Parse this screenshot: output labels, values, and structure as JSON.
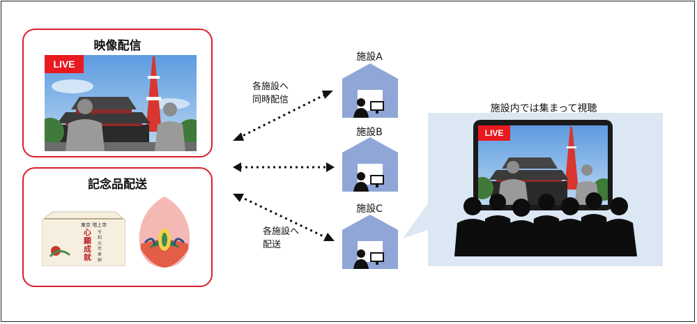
{
  "panels": {
    "streaming": {
      "title": "映像配信",
      "live_badge": "LIVE"
    },
    "gift": {
      "title": "記念品配送",
      "ema_text_main": "心願成就",
      "ema_text_top": "東京 増上寺",
      "ema_text_side": "令和元年 奉納"
    }
  },
  "arrows": {
    "top_label_line1": "各施設へ",
    "top_label_line2": "同時配信",
    "bottom_label_line1": "各施設へ",
    "bottom_label_line2": "配送"
  },
  "facilities": [
    {
      "label": "施設A"
    },
    {
      "label": "施設B"
    },
    {
      "label": "施設C"
    }
  ],
  "viewing": {
    "caption": "施設内では集まって視聴",
    "live_badge": "LIVE"
  },
  "colors": {
    "accent_red": "#e8191f",
    "panel_border": "#d81e28",
    "house_blue": "#8fa6d6",
    "viewing_bg": "#dbe7f3"
  }
}
